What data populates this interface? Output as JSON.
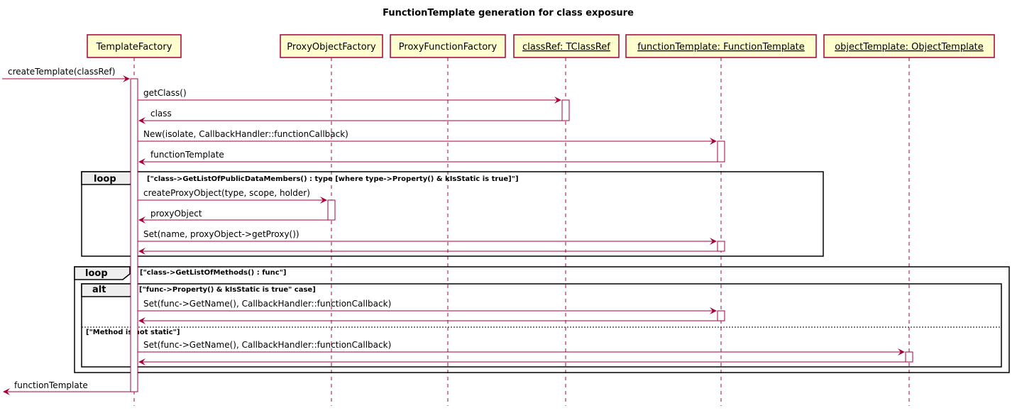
{
  "title": "FunctionTemplate generation for class exposure",
  "participants": [
    {
      "id": "tf",
      "label": "TemplateFactory",
      "underline": false
    },
    {
      "id": "pof",
      "label": "ProxyObjectFactory",
      "underline": false
    },
    {
      "id": "pff",
      "label": "ProxyFunctionFactory",
      "underline": false
    },
    {
      "id": "cr",
      "label": "classRef: TClassRef",
      "underline": true
    },
    {
      "id": "ft",
      "label": "functionTemplate: FunctionTemplate",
      "underline": true
    },
    {
      "id": "ot",
      "label": "objectTemplate: ObjectTemplate",
      "underline": true
    }
  ],
  "messages": {
    "create_template": "createTemplate(classRef)",
    "get_class": "getClass()",
    "class_return": "class",
    "new_call": "New(isolate, CallbackHandler::functionCallback)",
    "function_template_return": "functionTemplate",
    "create_proxy": "createProxyObject(type, scope, holder)",
    "proxy_return": "proxyObject",
    "set_proxy": "Set(name, proxyObject->getProxy())",
    "set_static": "Set(func->GetName(), CallbackHandler::functionCallback)",
    "set_method": "Set(func->GetName(), CallbackHandler::functionCallback)",
    "final_return": "functionTemplate"
  },
  "fragments": {
    "loop1_keyword": "loop",
    "loop1_guard": "[\"class->GetListOfPublicDataMembers() : type [where type->Property() & kIsStatic is true]\"]",
    "loop2_keyword": "loop",
    "loop2_guard": "[\"class->GetListOfMethods() : func\"]",
    "alt_keyword": "alt",
    "alt_guard": "[\"func->Property() & kIsStatic is true\" case]",
    "else_guard": "[\"Method is not static\"]"
  },
  "colors": {
    "arrow": "#a80036",
    "participant_border": "#a80036",
    "participant_fill": "#fefece",
    "lifeline": "#a80036",
    "fragment_border": "#000000",
    "fragment_tab_fill": "#eeeeee"
  }
}
